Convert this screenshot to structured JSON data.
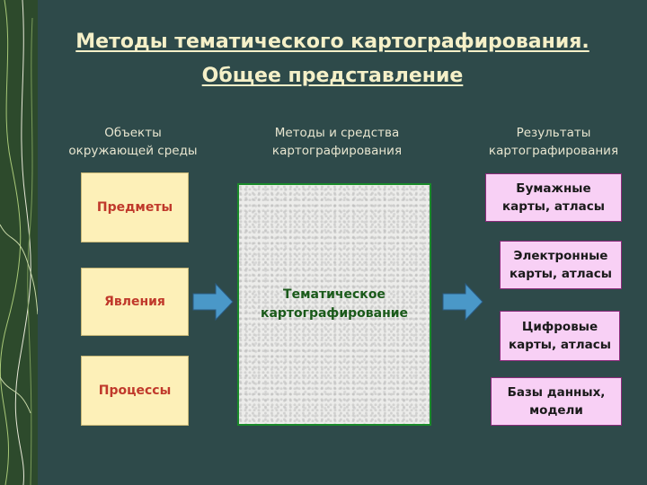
{
  "title": {
    "line1": "Методы тематического картографирования.",
    "line2": "Общее представление"
  },
  "columns": {
    "objects": {
      "line1": "Объекты",
      "line2": "окружающей среды"
    },
    "methods": {
      "line1": "Методы и средства",
      "line2": "картографирования"
    },
    "results": {
      "line1": "Результаты",
      "line2": "картографирования"
    }
  },
  "objects": [
    "Предметы",
    "Явления",
    "Процессы"
  ],
  "center": {
    "line1": "Тематическое",
    "line2": "картографирование"
  },
  "results": [
    {
      "line1": "Бумажные",
      "line2": "карты, атласы"
    },
    {
      "line1": "Электронные",
      "line2": "карты, атласы"
    },
    {
      "line1": "Цифровые",
      "line2": "карты, атласы"
    },
    {
      "line1": "Базы данных,",
      "line2": "модели"
    }
  ],
  "colors": {
    "object_box": "#fdf0b8",
    "object_text": "#c0392b",
    "result_box": "#f8d0f5",
    "center_border": "#1a8a2a",
    "arrow_fill": "#4a98c8"
  }
}
